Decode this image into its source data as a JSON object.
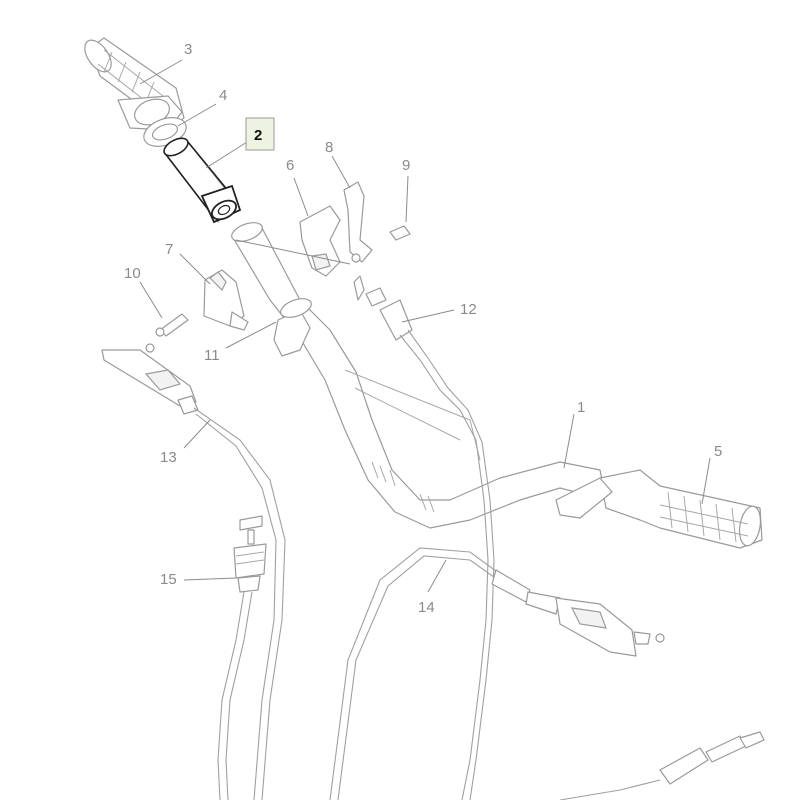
{
  "diagram": {
    "highlighted_part": "2",
    "callouts": [
      {
        "id": "c1",
        "label": "1"
      },
      {
        "id": "c2",
        "label": "2"
      },
      {
        "id": "c3",
        "label": "3"
      },
      {
        "id": "c4",
        "label": "4"
      },
      {
        "id": "c5",
        "label": "5"
      },
      {
        "id": "c6",
        "label": "6"
      },
      {
        "id": "c7",
        "label": "7"
      },
      {
        "id": "c8",
        "label": "8"
      },
      {
        "id": "c9",
        "label": "9"
      },
      {
        "id": "c10",
        "label": "10"
      },
      {
        "id": "c11",
        "label": "11"
      },
      {
        "id": "c12",
        "label": "12"
      },
      {
        "id": "c13",
        "label": "13"
      },
      {
        "id": "c14",
        "label": "14"
      },
      {
        "id": "c15",
        "label": "15"
      }
    ],
    "colors": {
      "line": "#9a9a9a",
      "highlight_box": "#eef2e0",
      "highlight_stroke": "#222222"
    }
  }
}
